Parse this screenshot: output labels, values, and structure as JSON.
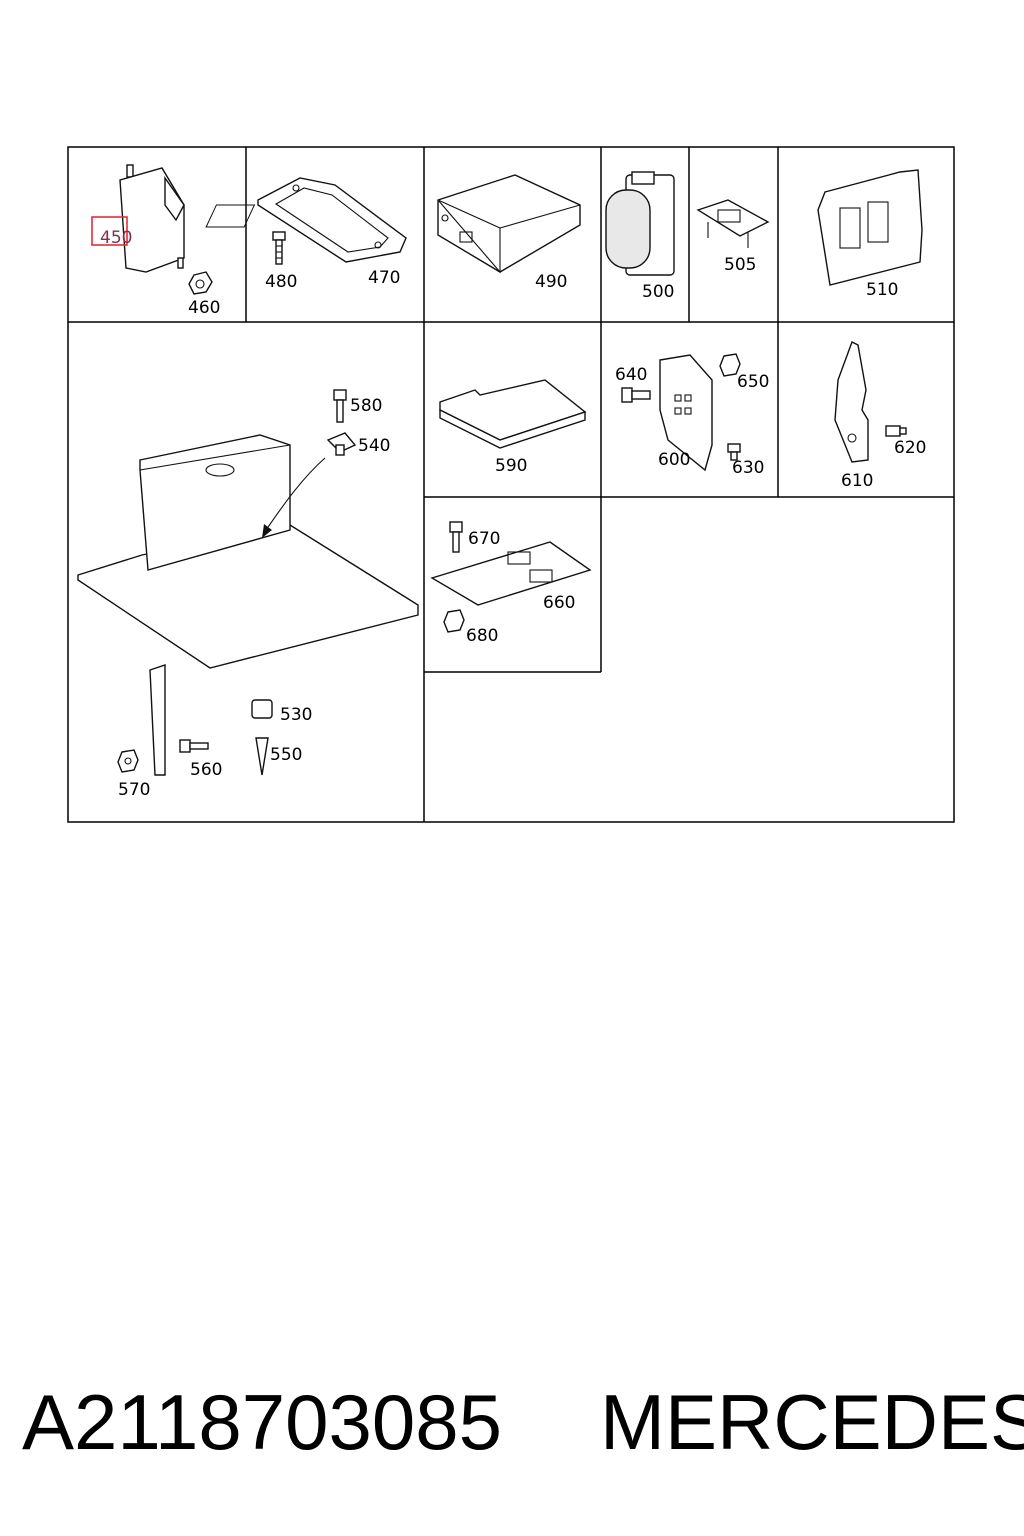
{
  "diagram": {
    "labels": {
      "p450": "450",
      "p460": "460",
      "p470": "470",
      "p480": "480",
      "p490": "490",
      "p500": "500",
      "p505": "505",
      "p510": "510",
      "p530": "530",
      "p540": "540",
      "p550": "550",
      "p560": "560",
      "p570": "570",
      "p580": "580",
      "p590": "590",
      "p600": "600",
      "p610": "610",
      "p620": "620",
      "p630": "630",
      "p640": "640",
      "p650": "650",
      "p660": "660",
      "p670": "670",
      "p680": "680"
    },
    "highlight_color": "#e0303a"
  },
  "caption": {
    "part_number": "A2118703085",
    "brand": "MERCEDES"
  }
}
